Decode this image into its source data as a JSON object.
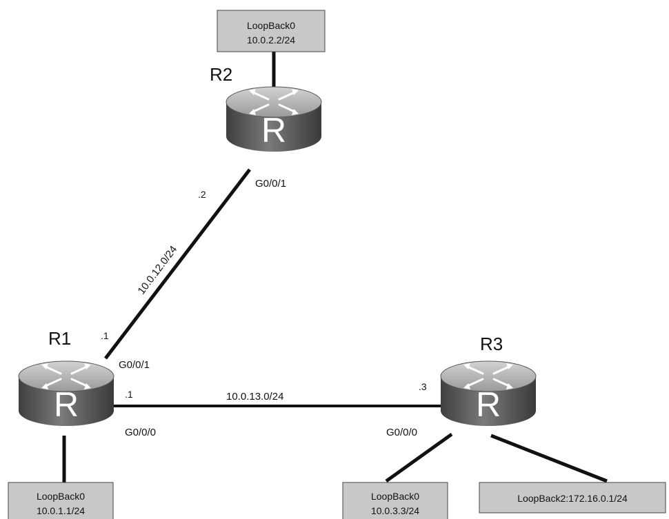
{
  "routers": {
    "r1": {
      "name": "R1",
      "icon": "router-icon"
    },
    "r2": {
      "name": "R2",
      "icon": "router-icon"
    },
    "r3": {
      "name": "R3",
      "icon": "router-icon"
    }
  },
  "loopbacks": {
    "r1_lb0": {
      "name": "LoopBack0",
      "ip": "10.0.1.1/24"
    },
    "r2_lb0": {
      "name": "LoopBack0",
      "ip": "10.0.2.2/24"
    },
    "r3_lb0": {
      "name": "LoopBack0",
      "ip": "10.0.3.3/24"
    },
    "r3_lb2": {
      "label": "LoopBack2:172.16.0.1/24"
    }
  },
  "links": {
    "r1_r2": {
      "network": "10.0.12.0/24",
      "r1_if": "G0/0/1",
      "r1_host": ".1",
      "r2_if": "G0/0/1",
      "r2_host": ".2"
    },
    "r1_r3": {
      "network": "10.0.13.0/24",
      "r1_if": "G0/0/0",
      "r1_host": ".1",
      "r3_if": "G0/0/0",
      "r3_host": ".3"
    }
  },
  "colors": {
    "router_top": "#b9b9b9",
    "router_body": "#5c5c5c",
    "box_fill": "#c8c8c8",
    "line": "#111111"
  }
}
